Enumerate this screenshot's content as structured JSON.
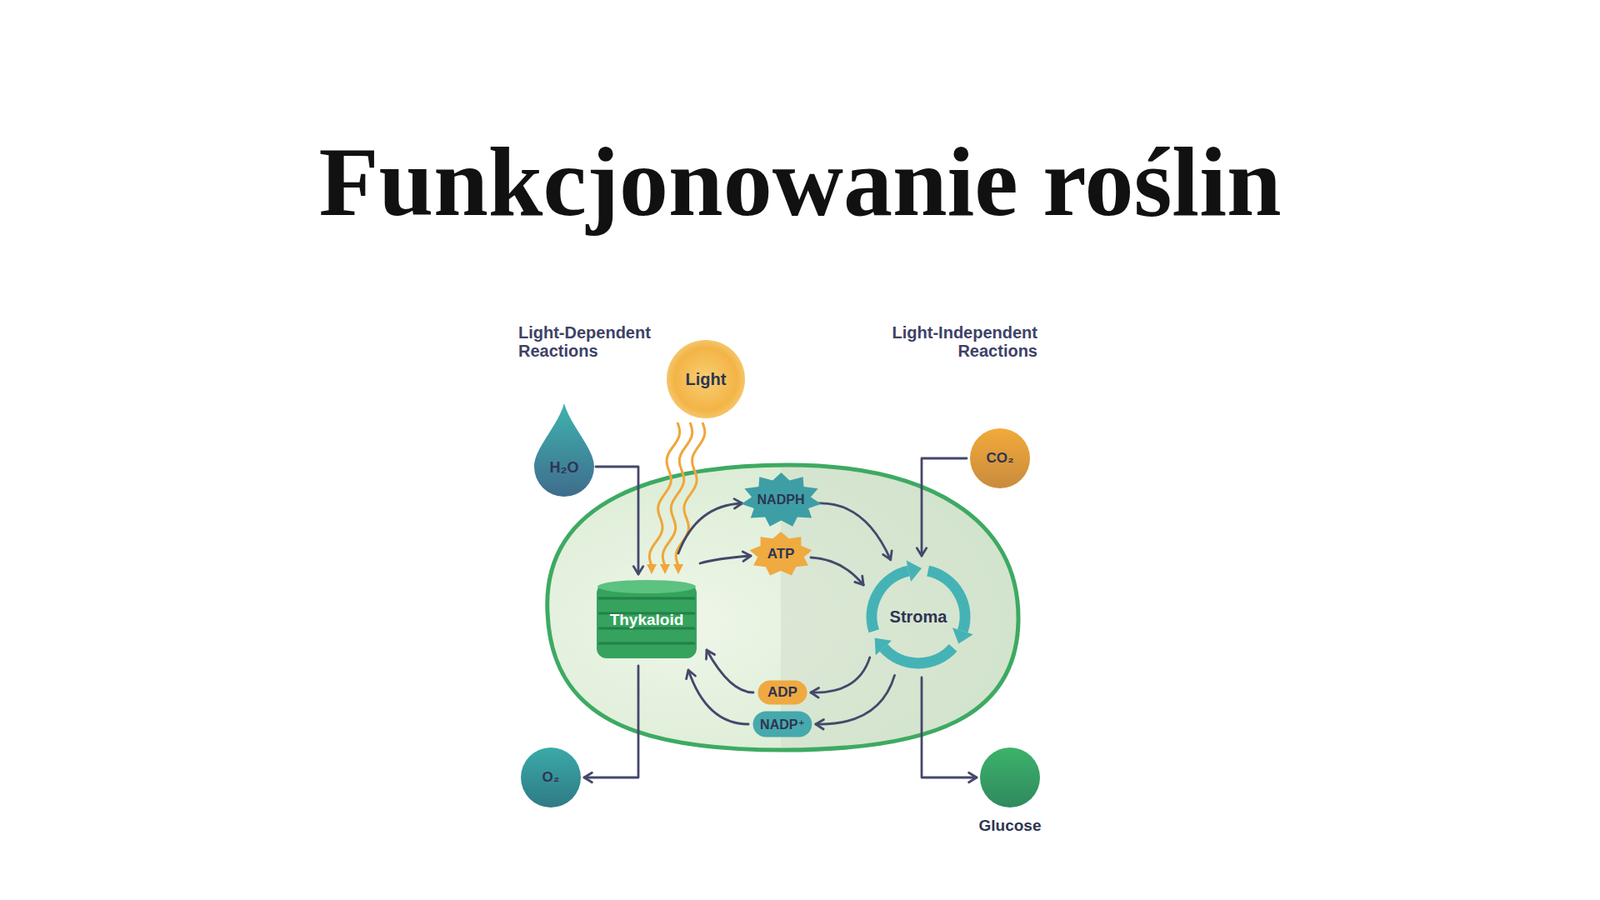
{
  "diagram": {
    "title": "Funkcjonowanie roślin",
    "nodes": [
      {
        "text": [
          "Light"
        ]
      },
      {
        "text": [
          "H₂O"
        ]
      },
      {
        "text": [
          "CO₂"
        ]
      },
      {
        "text": [
          "Thykaloid"
        ]
      },
      {
        "text": [
          "NADPH"
        ]
      },
      {
        "text": [
          "ATP"
        ]
      },
      {
        "text": [
          "Stroma"
        ]
      },
      {
        "text": [
          "ADP"
        ]
      },
      {
        "text": [
          "NADP⁺"
        ]
      },
      {
        "text": [
          "O₂"
        ]
      },
      {
        "text": [
          "Glucose"
        ]
      }
    ],
    "edges": [
      {
        "from": 1,
        "to": 3,
        "arrow": "to"
      },
      {
        "from": 0,
        "to": 3,
        "arrow": "to"
      },
      {
        "from": 3,
        "to": 4,
        "arrow": "to"
      },
      {
        "from": 3,
        "to": 5,
        "arrow": "to"
      },
      {
        "from": 4,
        "to": 6,
        "arrow": "to"
      },
      {
        "from": 5,
        "to": 6,
        "arrow": "to"
      },
      {
        "from": 2,
        "to": 6,
        "arrow": "to"
      },
      {
        "from": 6,
        "to": 7,
        "arrow": "to"
      },
      {
        "from": 6,
        "to": 8,
        "arrow": "to"
      },
      {
        "from": 7,
        "to": 3,
        "arrow": "to"
      },
      {
        "from": 8,
        "to": 3,
        "arrow": "to"
      },
      {
        "from": 3,
        "to": 9,
        "arrow": "to"
      },
      {
        "from": 6,
        "to": 10,
        "arrow": "to"
      }
    ],
    "labels": [
      "Light-Dependent Reactions",
      "Light-Independent Reactions"
    ]
  }
}
